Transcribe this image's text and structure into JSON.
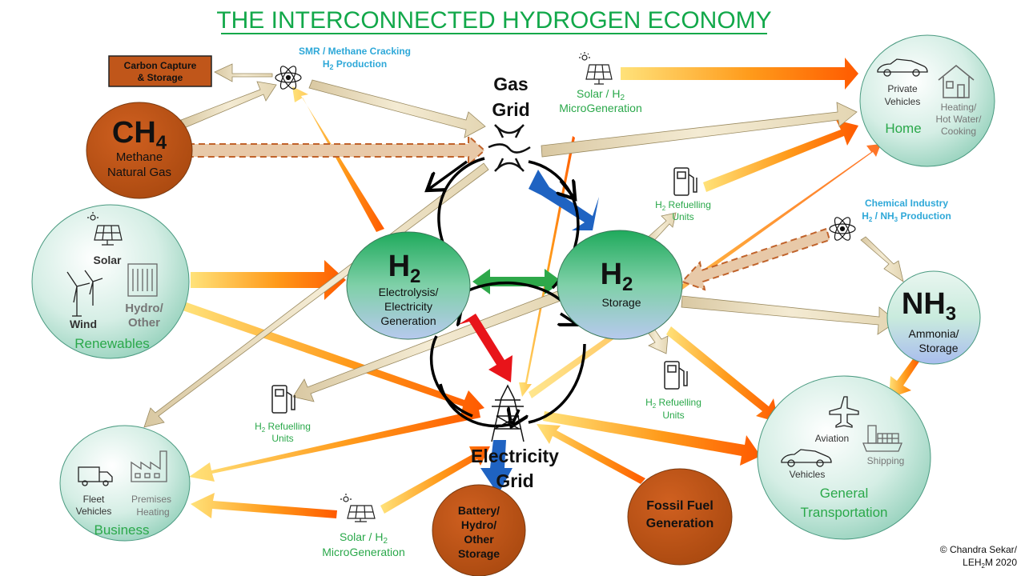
{
  "title": "THE INTERCONNECTED HYDROGEN ECONOMY",
  "colors": {
    "title_green": "#12a84a",
    "label_green": "#2aa84a",
    "label_blue": "#2ea8d8",
    "methane_brown": "#b85214",
    "h2_green": "#1fa85a",
    "teal_node": "#a8dccb"
  },
  "gas_grid": {
    "line1": "Gas",
    "line2": "Grid"
  },
  "electricity_grid": {
    "line1": "Electricity",
    "line2": "Grid"
  },
  "methane": {
    "formula": "CH",
    "sub": "4",
    "line1": "Methane",
    "line2": "Natural Gas"
  },
  "carbon_capture": {
    "line1": "Carbon Capture",
    "line2": "& Storage"
  },
  "smr": {
    "line1": "SMR / Methane Cracking",
    "line2": "H",
    "sub": "2",
    "line2b": " Production"
  },
  "solar_top": {
    "line1": "Solar / H",
    "sub": "2",
    "line2": "MicroGeneration"
  },
  "solar_bottom": {
    "line1": "Solar / H",
    "sub": "2",
    "line2": "MicroGeneration"
  },
  "home": {
    "private": "Private",
    "vehicles": "Vehicles",
    "heating1": "Heating/",
    "heating2": "Hot Water/",
    "heating3": "Cooking",
    "label": "Home"
  },
  "refuel_top": {
    "line1": "H",
    "sub": "2",
    "line1b": " Refuelling",
    "line2": "Units"
  },
  "refuel_mid": {
    "line1": "H",
    "sub": "2",
    "line1b": " Refuelling",
    "line2": "Units"
  },
  "refuel_left": {
    "line1": "H",
    "sub": "2",
    "line1b": " Refuelling",
    "line2": "Units"
  },
  "chemical": {
    "line1": "Chemical Industry",
    "line2a": "H",
    "sub2": "2",
    "line2b": " / NH",
    "sub3": "3",
    "line2c": " Production"
  },
  "renewables": {
    "solar": "Solar",
    "wind": "Wind",
    "hydro1": "Hydro/",
    "hydro2": "Other",
    "label": "Renewables"
  },
  "electrolysis": {
    "formula": "H",
    "sub": "2",
    "line1": "Electrolysis/",
    "line2": "Electricity",
    "line3": "Generation"
  },
  "storage": {
    "formula": "H",
    "sub": "2",
    "line1": "Storage"
  },
  "ammonia": {
    "formula": "NH",
    "sub": "3",
    "line1": "Ammonia/",
    "line2": "Storage"
  },
  "transport": {
    "aviation": "Aviation",
    "shipping": "Shipping",
    "vehicles": "Vehicles",
    "line1": "General",
    "line2": "Transportation"
  },
  "business": {
    "fleet1": "Fleet",
    "fleet2": "Vehicles",
    "premises1": "Premises",
    "premises2": "Heating",
    "label": "Business"
  },
  "battery": {
    "line1": "Battery/",
    "line2": "Hydro/",
    "line3": "Other",
    "line4": "Storage"
  },
  "fossil": {
    "line1": "Fossil Fuel",
    "line2": "Generation"
  },
  "copyright": {
    "line1": "© Chandra  Sekar/",
    "line2a": "LEH",
    "sub": "2",
    "line2b": "M  2020"
  },
  "icons": [
    "atom-icon",
    "solar-panel-icon",
    "car-icon",
    "house-icon",
    "fuel-pump-icon",
    "wind-turbine-icon",
    "dam-icon",
    "airplane-icon",
    "ship-icon",
    "truck-icon",
    "factory-icon",
    "pylon-icon",
    "gas-grid-icon"
  ]
}
